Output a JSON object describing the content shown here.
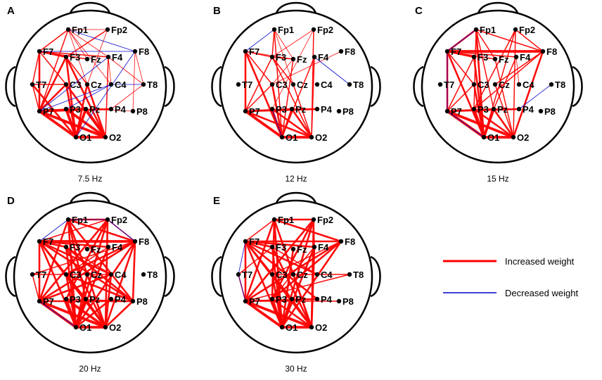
{
  "colors": {
    "increased": "#ff0000",
    "decreased": "#0000cc",
    "outline": "#000000",
    "electrode": "#000000"
  },
  "electrodes": [
    "Fp1",
    "Fp2",
    "F7",
    "F3",
    "Fz",
    "F4",
    "F8",
    "T7",
    "C3",
    "Cz",
    "C4",
    "T8",
    "P7",
    "P3",
    "Pz",
    "P4",
    "P8",
    "O1",
    "O2"
  ],
  "panels": [
    {
      "letter": "A",
      "caption": "7.5 Hz",
      "edges": [
        [
          "O1",
          "O2",
          "r",
          4
        ],
        [
          "O1",
          "P3",
          "r",
          4
        ],
        [
          "O1",
          "P7",
          "r",
          4
        ],
        [
          "O1",
          "Pz",
          "r",
          4
        ],
        [
          "O1",
          "C3",
          "r",
          3
        ],
        [
          "O1",
          "Cz",
          "r",
          3
        ],
        [
          "O1",
          "F3",
          "r",
          3
        ],
        [
          "O1",
          "T7",
          "r",
          3
        ],
        [
          "O2",
          "P7",
          "r",
          4
        ],
        [
          "O2",
          "Pz",
          "r",
          4
        ],
        [
          "O2",
          "P3",
          "r",
          4
        ],
        [
          "O2",
          "C3",
          "r",
          3
        ],
        [
          "O2",
          "Cz",
          "r",
          3
        ],
        [
          "O2",
          "F3",
          "r",
          3
        ],
        [
          "O2",
          "F4",
          "r",
          2
        ],
        [
          "P7",
          "Pz",
          "r",
          4
        ],
        [
          "P7",
          "P4",
          "r",
          3
        ],
        [
          "P7",
          "F3",
          "r",
          3
        ],
        [
          "P7",
          "C3",
          "r",
          3
        ],
        [
          "P7",
          "F7",
          "r",
          3
        ],
        [
          "P7",
          "Fp1",
          "r",
          2
        ],
        [
          "P7",
          "T7",
          "r",
          2
        ],
        [
          "F7",
          "F3",
          "r",
          3
        ],
        [
          "F7",
          "Fz",
          "r",
          2
        ],
        [
          "F7",
          "F4",
          "r",
          2
        ],
        [
          "F7",
          "C3",
          "r",
          2
        ],
        [
          "F7",
          "T7",
          "r",
          2
        ],
        [
          "F7",
          "Fp1",
          "r",
          2
        ],
        [
          "Fp1",
          "Fz",
          "r",
          1
        ],
        [
          "Fp1",
          "F4",
          "r",
          1
        ],
        [
          "Fp1",
          "C4",
          "r",
          1
        ],
        [
          "Fp1",
          "Cz",
          "r",
          1
        ],
        [
          "Fp1",
          "Fp2",
          "r",
          1
        ],
        [
          "Fp2",
          "F3",
          "r",
          2
        ],
        [
          "Fp2",
          "Cz",
          "r",
          1
        ],
        [
          "F4",
          "C4",
          "r",
          1
        ],
        [
          "F4",
          "T8",
          "r",
          1
        ],
        [
          "F8",
          "P8",
          "r",
          1
        ],
        [
          "F8",
          "T8",
          "r",
          1
        ],
        [
          "T8",
          "P4",
          "r",
          1
        ],
        [
          "P8",
          "Pz",
          "r",
          1
        ],
        [
          "F3",
          "Cz",
          "r",
          2
        ],
        [
          "T7",
          "C3",
          "r",
          2
        ],
        [
          "F7",
          "F8",
          "b",
          1
        ],
        [
          "Fp1",
          "F8",
          "b",
          1
        ],
        [
          "T8",
          "C4",
          "b",
          1
        ],
        [
          "C4",
          "P3",
          "b",
          1
        ],
        [
          "P7",
          "C4",
          "b",
          1
        ],
        [
          "O1",
          "F8",
          "b",
          1
        ],
        [
          "P7",
          "F4",
          "b",
          1
        ]
      ]
    },
    {
      "letter": "B",
      "caption": "12 Hz",
      "edges": [
        [
          "O1",
          "O2",
          "r",
          4
        ],
        [
          "O1",
          "P7",
          "r",
          4
        ],
        [
          "O1",
          "P3",
          "r",
          3
        ],
        [
          "O1",
          "Pz",
          "r",
          3
        ],
        [
          "O1",
          "F7",
          "r",
          3
        ],
        [
          "O1",
          "C3",
          "r",
          3
        ],
        [
          "O1",
          "Fz",
          "r",
          2
        ],
        [
          "O1",
          "F4",
          "r",
          2
        ],
        [
          "O1",
          "Fp1",
          "r",
          2
        ],
        [
          "O2",
          "P7",
          "r",
          3
        ],
        [
          "O2",
          "Pz",
          "r",
          3
        ],
        [
          "O2",
          "P3",
          "r",
          3
        ],
        [
          "O2",
          "F3",
          "r",
          2
        ],
        [
          "O2",
          "Cz",
          "r",
          2
        ],
        [
          "O2",
          "F4",
          "r",
          2
        ],
        [
          "O2",
          "Fp2",
          "r",
          2
        ],
        [
          "P7",
          "F7",
          "r",
          3
        ],
        [
          "P7",
          "C3",
          "r",
          2
        ],
        [
          "P7",
          "F3",
          "r",
          2
        ],
        [
          "P7",
          "Pz",
          "r",
          3
        ],
        [
          "P7",
          "P4",
          "r",
          3
        ],
        [
          "Pz",
          "P4",
          "r",
          2
        ],
        [
          "F7",
          "F3",
          "r",
          2
        ],
        [
          "F7",
          "Fz",
          "r",
          1
        ],
        [
          "F7",
          "C3",
          "r",
          2
        ],
        [
          "F3",
          "Fz",
          "r",
          2
        ],
        [
          "F3",
          "Cz",
          "r",
          2
        ],
        [
          "F3",
          "Fp2",
          "r",
          1
        ],
        [
          "Fp1",
          "F3",
          "r",
          2
        ],
        [
          "Fp1",
          "Cz",
          "r",
          1
        ],
        [
          "Fp1",
          "Fz",
          "r",
          1
        ],
        [
          "F8",
          "C3",
          "r",
          1
        ],
        [
          "Fp2",
          "P3",
          "r",
          1
        ],
        [
          "Fz",
          "C3",
          "r",
          1
        ],
        [
          "Fp1",
          "F7",
          "b",
          1
        ],
        [
          "F4",
          "T8",
          "b",
          1
        ],
        [
          "O1",
          "P3",
          "b",
          1
        ]
      ]
    },
    {
      "letter": "C",
      "caption": "15 Hz",
      "edges": [
        [
          "O1",
          "O2",
          "r",
          4
        ],
        [
          "O1",
          "P7",
          "r",
          4
        ],
        [
          "O1",
          "P3",
          "r",
          4
        ],
        [
          "O1",
          "Pz",
          "r",
          4
        ],
        [
          "O1",
          "F7",
          "r",
          3
        ],
        [
          "O1",
          "F3",
          "r",
          3
        ],
        [
          "O1",
          "C3",
          "r",
          3
        ],
        [
          "O1",
          "Fp1",
          "r",
          3
        ],
        [
          "O1",
          "Fp2",
          "r",
          2
        ],
        [
          "O2",
          "P7",
          "r",
          4
        ],
        [
          "O2",
          "P3",
          "r",
          3
        ],
        [
          "O2",
          "Pz",
          "r",
          3
        ],
        [
          "O2",
          "Fp2",
          "r",
          2
        ],
        [
          "O2",
          "F8",
          "r",
          3
        ],
        [
          "O2",
          "Fz",
          "r",
          2
        ],
        [
          "O2",
          "Cz",
          "r",
          2
        ],
        [
          "F7",
          "F8",
          "r",
          4
        ],
        [
          "F7",
          "F3",
          "r",
          3
        ],
        [
          "F7",
          "P7",
          "r",
          3
        ],
        [
          "F7",
          "Fp1",
          "r",
          3
        ],
        [
          "F7",
          "C3",
          "r",
          2
        ],
        [
          "F7",
          "Fz",
          "r",
          2
        ],
        [
          "F7",
          "F4",
          "r",
          2
        ],
        [
          "Fp1",
          "F8",
          "r",
          2
        ],
        [
          "Fp1",
          "Fz",
          "r",
          2
        ],
        [
          "Fp1",
          "P3",
          "r",
          2
        ],
        [
          "Fp1",
          "Pz",
          "r",
          2
        ],
        [
          "Fp2",
          "F8",
          "r",
          2
        ],
        [
          "Fp2",
          "P3",
          "r",
          2
        ],
        [
          "P7",
          "Pz",
          "r",
          3
        ],
        [
          "P7",
          "P4",
          "r",
          3
        ],
        [
          "P7",
          "C3",
          "r",
          2
        ],
        [
          "P7",
          "F3",
          "r",
          2
        ],
        [
          "F8",
          "P3",
          "r",
          2
        ],
        [
          "F4",
          "C4",
          "r",
          1
        ],
        [
          "F8",
          "Cz",
          "r",
          2
        ],
        [
          "Pz",
          "P4",
          "r",
          2
        ],
        [
          "F4",
          "Pz",
          "r",
          2
        ],
        [
          "F7",
          "Fp1",
          "b",
          1
        ],
        [
          "F7",
          "P7",
          "b",
          1
        ],
        [
          "P7",
          "O1",
          "b",
          1
        ],
        [
          "T8",
          "P4",
          "b",
          1
        ]
      ]
    },
    {
      "letter": "D",
      "caption": "20 Hz",
      "edges": [
        [
          "O1",
          "O2",
          "r",
          4
        ],
        [
          "O1",
          "P7",
          "r",
          4
        ],
        [
          "O1",
          "P3",
          "r",
          4
        ],
        [
          "O1",
          "Pz",
          "r",
          4
        ],
        [
          "O1",
          "P4",
          "r",
          3
        ],
        [
          "O1",
          "C3",
          "r",
          3
        ],
        [
          "O1",
          "Cz",
          "r",
          3
        ],
        [
          "O1",
          "F7",
          "r",
          3
        ],
        [
          "O1",
          "F3",
          "r",
          3
        ],
        [
          "O1",
          "Fp1",
          "r",
          3
        ],
        [
          "O1",
          "Fp2",
          "r",
          3
        ],
        [
          "O1",
          "F4",
          "r",
          3
        ],
        [
          "O1",
          "F8",
          "r",
          3
        ],
        [
          "O2",
          "P7",
          "r",
          4
        ],
        [
          "O2",
          "P3",
          "r",
          4
        ],
        [
          "O2",
          "Pz",
          "r",
          3
        ],
        [
          "O2",
          "C3",
          "r",
          3
        ],
        [
          "O2",
          "F7",
          "r",
          3
        ],
        [
          "O2",
          "F3",
          "r",
          3
        ],
        [
          "O2",
          "Fp1",
          "r",
          3
        ],
        [
          "O2",
          "Fp2",
          "r",
          3
        ],
        [
          "O2",
          "F8",
          "r",
          3
        ],
        [
          "O2",
          "P8",
          "r",
          3
        ],
        [
          "O2",
          "C4",
          "r",
          3
        ],
        [
          "F7",
          "F8",
          "r",
          4
        ],
        [
          "F7",
          "F3",
          "r",
          3
        ],
        [
          "F7",
          "F4",
          "r",
          3
        ],
        [
          "F7",
          "P7",
          "r",
          3
        ],
        [
          "F7",
          "P8",
          "r",
          3
        ],
        [
          "F7",
          "Fp2",
          "r",
          2
        ],
        [
          "F7",
          "C4",
          "r",
          3
        ],
        [
          "F7",
          "Pz",
          "r",
          3
        ],
        [
          "Fp1",
          "Fp2",
          "r",
          3
        ],
        [
          "Fp1",
          "F8",
          "r",
          3
        ],
        [
          "Fp1",
          "P7",
          "r",
          3
        ],
        [
          "Fp1",
          "P8",
          "r",
          3
        ],
        [
          "Fp1",
          "Pz",
          "r",
          3
        ],
        [
          "Fp2",
          "F8",
          "r",
          2
        ],
        [
          "Fp2",
          "P7",
          "r",
          3
        ],
        [
          "Fp2",
          "P3",
          "r",
          3
        ],
        [
          "F8",
          "P7",
          "r",
          3
        ],
        [
          "F8",
          "P8",
          "r",
          3
        ],
        [
          "F8",
          "C3",
          "r",
          3
        ],
        [
          "F8",
          "T7",
          "r",
          2
        ],
        [
          "P7",
          "P8",
          "r",
          3
        ],
        [
          "P7",
          "C4",
          "r",
          3
        ],
        [
          "P7",
          "T7",
          "r",
          2
        ],
        [
          "P8",
          "C3",
          "r",
          3
        ],
        [
          "P8",
          "F3",
          "r",
          3
        ],
        [
          "P3",
          "P8",
          "r",
          2
        ],
        [
          "T7",
          "C4",
          "r",
          2
        ],
        [
          "F3",
          "C4",
          "r",
          2
        ],
        [
          "F4",
          "C3",
          "r",
          2
        ],
        [
          "F7",
          "Fp1",
          "b",
          1
        ],
        [
          "Fp1",
          "Fp2",
          "b",
          1
        ],
        [
          "Fp2",
          "F8",
          "b",
          1
        ],
        [
          "P7",
          "O1",
          "b",
          1
        ]
      ]
    },
    {
      "letter": "E",
      "caption": "30 Hz",
      "edges": [
        [
          "O1",
          "O2",
          "r",
          4
        ],
        [
          "O1",
          "P7",
          "r",
          4
        ],
        [
          "O1",
          "P3",
          "r",
          4
        ],
        [
          "O1",
          "Pz",
          "r",
          4
        ],
        [
          "O1",
          "C3",
          "r",
          3
        ],
        [
          "O1",
          "F7",
          "r",
          3
        ],
        [
          "O1",
          "F3",
          "r",
          3
        ],
        [
          "O1",
          "Fp1",
          "r",
          3
        ],
        [
          "O1",
          "Fp2",
          "r",
          3
        ],
        [
          "O1",
          "F4",
          "r",
          3
        ],
        [
          "O1",
          "F8",
          "r",
          3
        ],
        [
          "O1",
          "Fz",
          "r",
          3
        ],
        [
          "O2",
          "P7",
          "r",
          4
        ],
        [
          "O2",
          "P3",
          "r",
          3
        ],
        [
          "O2",
          "Pz",
          "r",
          3
        ],
        [
          "O2",
          "F7",
          "r",
          3
        ],
        [
          "O2",
          "F3",
          "r",
          3
        ],
        [
          "O2",
          "Fp1",
          "r",
          3
        ],
        [
          "O2",
          "Fp2",
          "r",
          3
        ],
        [
          "O2",
          "Cz",
          "r",
          3
        ],
        [
          "O2",
          "F4",
          "r",
          3
        ],
        [
          "F7",
          "F8",
          "r",
          3
        ],
        [
          "F7",
          "F3",
          "r",
          3
        ],
        [
          "F7",
          "F4",
          "r",
          3
        ],
        [
          "F7",
          "P7",
          "r",
          3
        ],
        [
          "F7",
          "Fp1",
          "r",
          2
        ],
        [
          "F7",
          "P4",
          "r",
          3
        ],
        [
          "F7",
          "C4",
          "r",
          3
        ],
        [
          "F7",
          "Pz",
          "r",
          3
        ],
        [
          "Fp1",
          "Fp2",
          "r",
          3
        ],
        [
          "Fp1",
          "F8",
          "r",
          3
        ],
        [
          "Fp1",
          "P7",
          "r",
          3
        ],
        [
          "Fp1",
          "P3",
          "r",
          3
        ],
        [
          "Fp2",
          "P7",
          "r",
          3
        ],
        [
          "Fp2",
          "P3",
          "r",
          3
        ],
        [
          "Fp2",
          "F4",
          "r",
          2
        ],
        [
          "F8",
          "P7",
          "r",
          3
        ],
        [
          "F8",
          "P3",
          "r",
          3
        ],
        [
          "F8",
          "C3",
          "r",
          2
        ],
        [
          "T8",
          "P7",
          "r",
          2
        ],
        [
          "T8",
          "C3",
          "r",
          2
        ],
        [
          "P7",
          "P4",
          "r",
          3
        ],
        [
          "P7",
          "P8",
          "r",
          2
        ],
        [
          "P7",
          "T7",
          "r",
          2
        ],
        [
          "T7",
          "F3",
          "r",
          2
        ],
        [
          "F4",
          "P3",
          "r",
          2
        ],
        [
          "F3",
          "C4",
          "r",
          2
        ],
        [
          "Pz",
          "P4",
          "r",
          2
        ],
        [
          "T7",
          "F7",
          "b",
          1
        ],
        [
          "T7",
          "P7",
          "b",
          1
        ]
      ]
    }
  ],
  "legend": {
    "increased_label": "Increased weight",
    "decreased_label": "Decreased weight"
  }
}
